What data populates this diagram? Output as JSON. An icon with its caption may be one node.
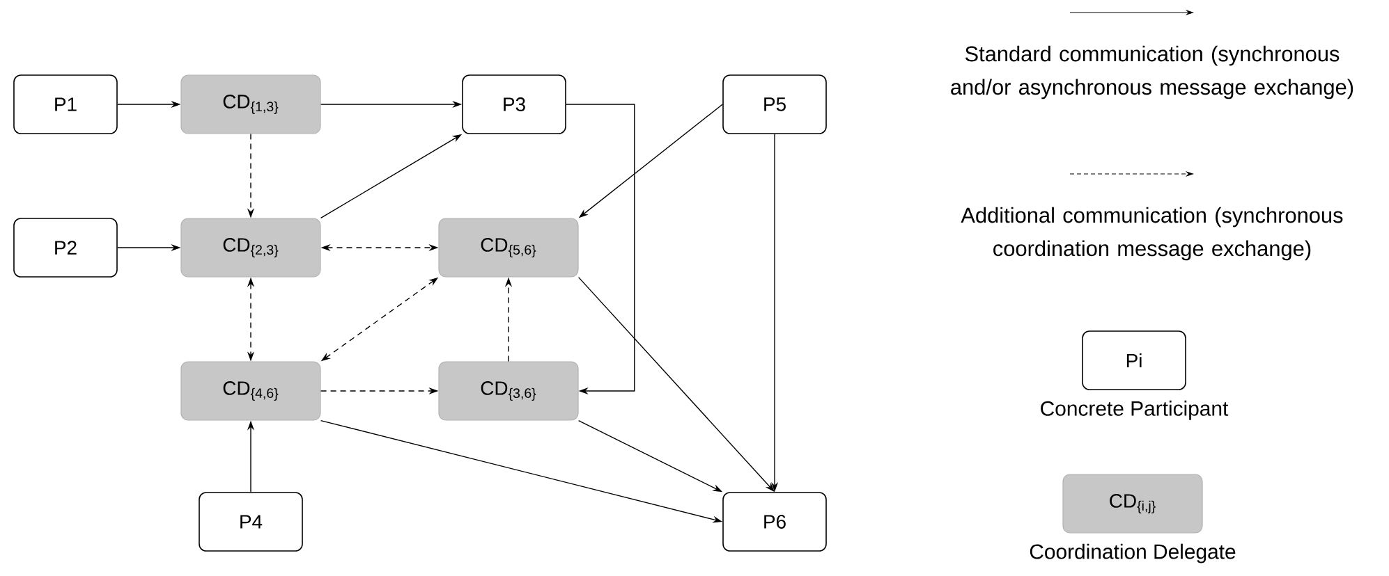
{
  "diagram": {
    "nodes": [
      {
        "text": [
          "P1"
        ]
      },
      {
        "text": [
          "\\textrm{CD}_{\\textrm{\\{1,3\\}}}"
        ]
      },
      {
        "text": [
          "P3"
        ]
      },
      {
        "text": [
          "P5"
        ]
      },
      {
        "text": [
          "P2"
        ]
      },
      {
        "text": [
          "\\textrm{CD}_{\\textrm{\\{2,3\\}}}"
        ]
      },
      {
        "text": [
          "\\textrm{CD}_{\\textrm{\\{5,6\\}}}"
        ]
      },
      {
        "text": [
          "\\textrm{CD}_{\\textrm{\\{4,6\\}}}"
        ]
      },
      {
        "text": [
          "\\textrm{CD}_{\\textrm{\\{3,6\\}}}"
        ]
      },
      {
        "text": [
          "P4"
        ]
      },
      {
        "text": [
          "P6"
        ]
      },
      {
        "text": [
          "Pi"
        ],
        "beside": [
          "Concrete Participant"
        ]
      },
      {
        "text": [
          "\\textrm{CD}_{\\textrm{\\{i,j\\}}}"
        ],
        "beside": [
          "Coordination Delegate"
        ]
      }
    ],
    "edges": [
      {
        "from": 0,
        "to": 1,
        "arrow": "to"
      },
      {
        "from": 1,
        "to": 2,
        "arrow": "to"
      },
      {
        "from": 1,
        "to": 5,
        "arrow": "to",
        "style": "dashed"
      },
      {
        "from": 4,
        "to": 5,
        "arrow": "to"
      },
      {
        "from": 5,
        "to": 2,
        "arrow": "to"
      },
      {
        "from": 5,
        "to": 6,
        "arrow": "both",
        "style": "dashed"
      },
      {
        "from": 5,
        "to": 7,
        "arrow": "both",
        "style": "dashed"
      },
      {
        "from": 6,
        "to": 7,
        "arrow": "both",
        "style": "dashed"
      },
      {
        "from": 8,
        "to": 6,
        "arrow": "to",
        "style": "dashed"
      },
      {
        "from": 7,
        "to": 8,
        "arrow": "to",
        "style": "dashed"
      },
      {
        "from": 2,
        "to": 8,
        "arrow": "to"
      },
      {
        "from": 3,
        "to": 6,
        "arrow": "to"
      },
      {
        "from": 3,
        "to": 10,
        "arrow": "to"
      },
      {
        "from": 6,
        "to": 10,
        "arrow": "to"
      },
      {
        "from": 8,
        "to": 10,
        "arrow": "to"
      },
      {
        "from": 7,
        "to": 10,
        "arrow": "to"
      },
      {
        "from": 9,
        "to": 7,
        "arrow": "to"
      }
    ],
    "legend": [
      {
        "text": "Standard communication (synchronous and/or asynchronous message exchange)"
      },
      {
        "text": "Additional communication (synchronous coordination message exchange)"
      }
    ]
  }
}
